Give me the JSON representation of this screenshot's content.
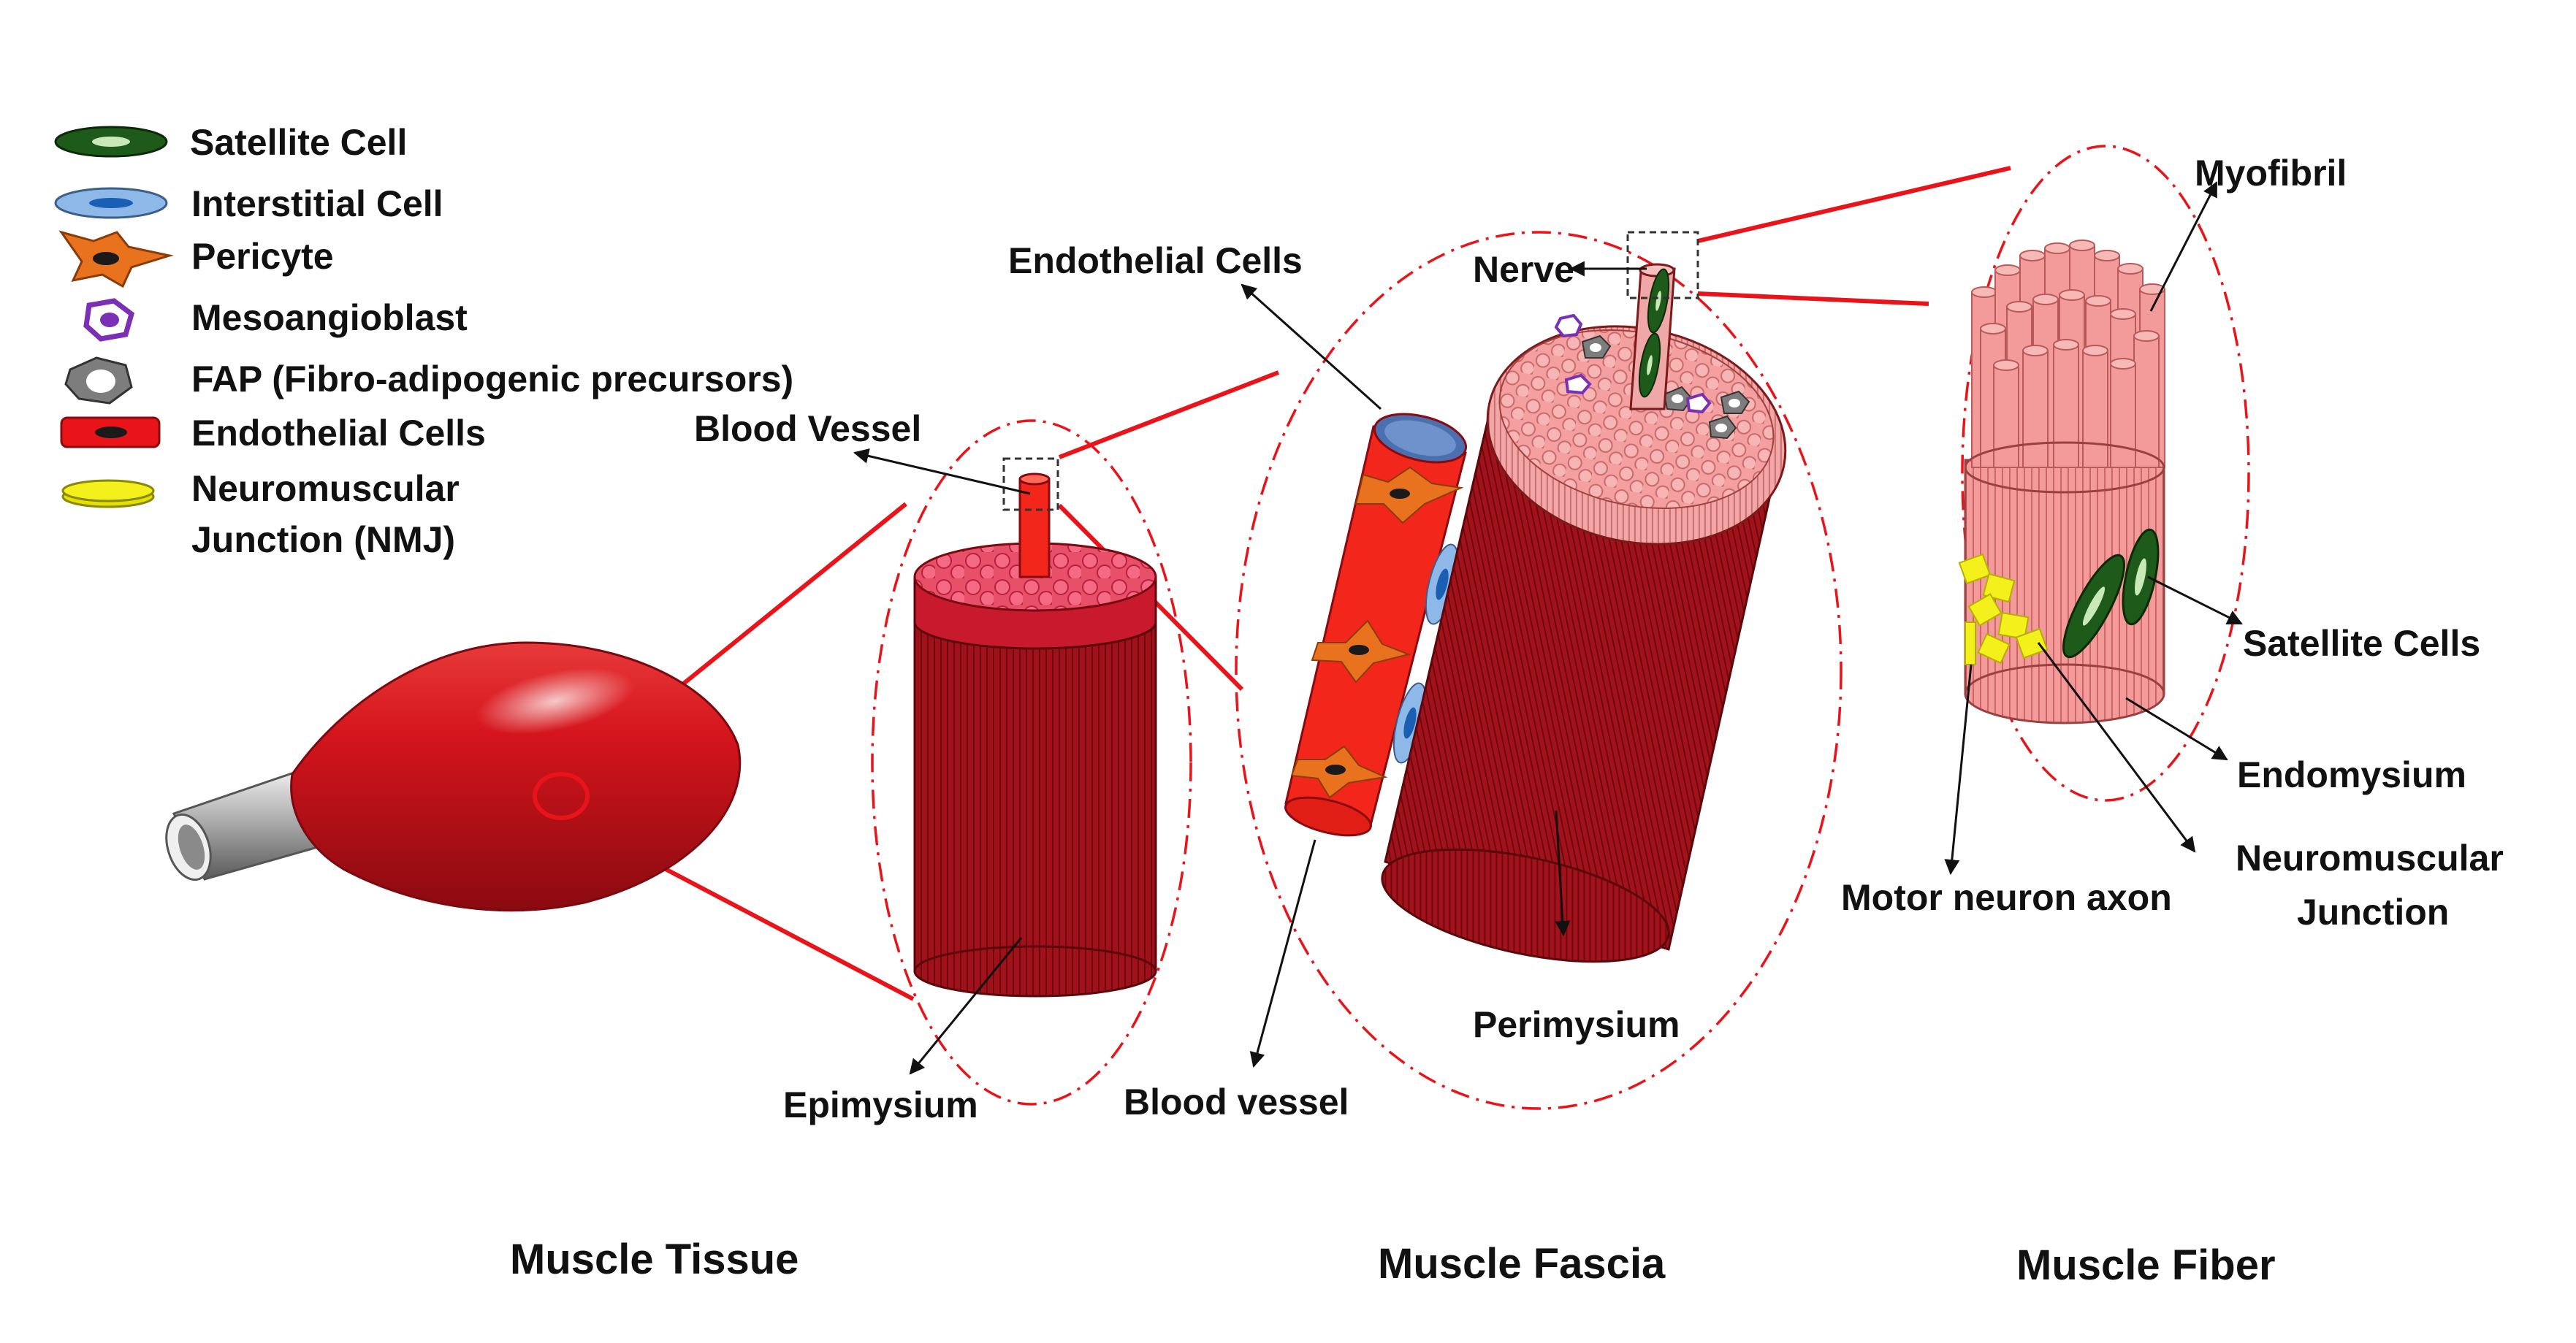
{
  "legend": {
    "items": [
      {
        "label": "Satellite Cell",
        "icon": "satellite-cell-icon",
        "color": "#1e5a1a"
      },
      {
        "label": "Interstitial Cell",
        "icon": "interstitial-cell-icon",
        "color": "#8db8e8"
      },
      {
        "label": "Pericyte",
        "icon": "pericyte-icon",
        "color": "#e8721e"
      },
      {
        "label": "Mesoangioblast",
        "icon": "mesoangioblast-icon",
        "color": "#7a2fb5"
      },
      {
        "label": "FAP (Fibro-adipogenic precursors)",
        "icon": "fap-icon",
        "color": "#7d7d7d"
      },
      {
        "label": "Endothelial Cells",
        "icon": "endothelial-cell-icon",
        "color": "#e8141a"
      },
      {
        "label_line1": "Neuromuscular",
        "label_line2": "Junction (NMJ)",
        "icon": "nmj-icon",
        "color": "#f3f01c"
      }
    ]
  },
  "labels": {
    "blood_vessel_top": "Blood Vessel",
    "epimysium": "Epimysium",
    "endothelial_cells": "Endothelial Cells",
    "nerve": "Nerve",
    "blood_vessel_bottom": "Blood vessel",
    "perimysium": "Perimysium",
    "myofibril": "Myofibril",
    "satellite_cells": "Satellite Cells",
    "endomysium": "Endomysium",
    "neuromuscular_junction_line1": "Neuromuscular",
    "neuromuscular_junction_line2": "Junction",
    "motor_neuron_axon": "Motor neuron axon"
  },
  "sections": {
    "muscle_tissue": "Muscle Tissue",
    "muscle_fascia": "Muscle Fascia",
    "muscle_fiber": "Muscle Fiber"
  },
  "colors": {
    "muscle_red": "#c8101a",
    "fascicle_dark": "#9a1419",
    "fiber_pink": "#f08a8a",
    "vessel_red": "#f3261c",
    "zoom_red": "#e8141a",
    "tendon_grey": "#bdbdbd"
  }
}
